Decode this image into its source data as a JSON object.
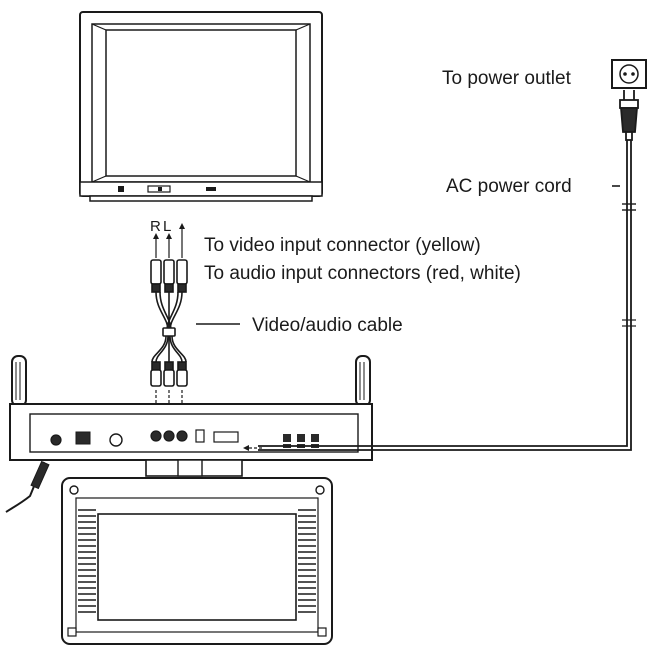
{
  "labels": {
    "power_outlet": "To power outlet",
    "ac_cord": "AC power cord",
    "video_input": "To video input connector (yellow)",
    "audio_input": "To audio input connectors (red, white)",
    "av_cable": "Video/audio cable",
    "right_channel": "R",
    "left_channel": "L"
  },
  "colors": {
    "line": "#1a1a1a",
    "fill_light": "#ffffff",
    "fill_grey": "#d9d9d9",
    "fill_dark": "#2a2a2a"
  }
}
